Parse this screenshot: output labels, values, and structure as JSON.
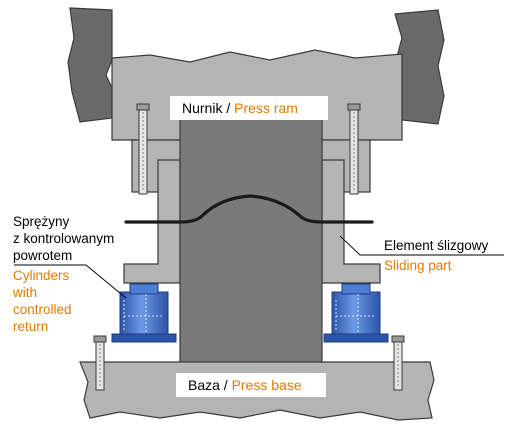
{
  "labels": {
    "ram_pl": "Nurnik",
    "ram_sep": " / ",
    "ram_en": "Press ram",
    "base_pl": "Baza",
    "base_sep": " / ",
    "base_en": "Press base",
    "springs_pl_1": "Sprężyny",
    "springs_pl_2": "z kontrolowanym",
    "springs_pl_3": "powrotem",
    "springs_en_1": "Cylinders",
    "springs_en_2": "with",
    "springs_en_3": "controlled",
    "springs_en_4": "return",
    "slide_pl": "Element ślizgowy",
    "slide_en": "Sliding part"
  },
  "colors": {
    "press_gray": "#b4b4b4",
    "column_gray": "#7a7a7a",
    "dark_gray": "#6a6a6a",
    "outline": "#3a3a3a",
    "cylinder_blue": "#4c7fd3",
    "cylinder_dark": "#2d54a8",
    "accent_orange": "#e07b00",
    "text_black": "#000000"
  }
}
